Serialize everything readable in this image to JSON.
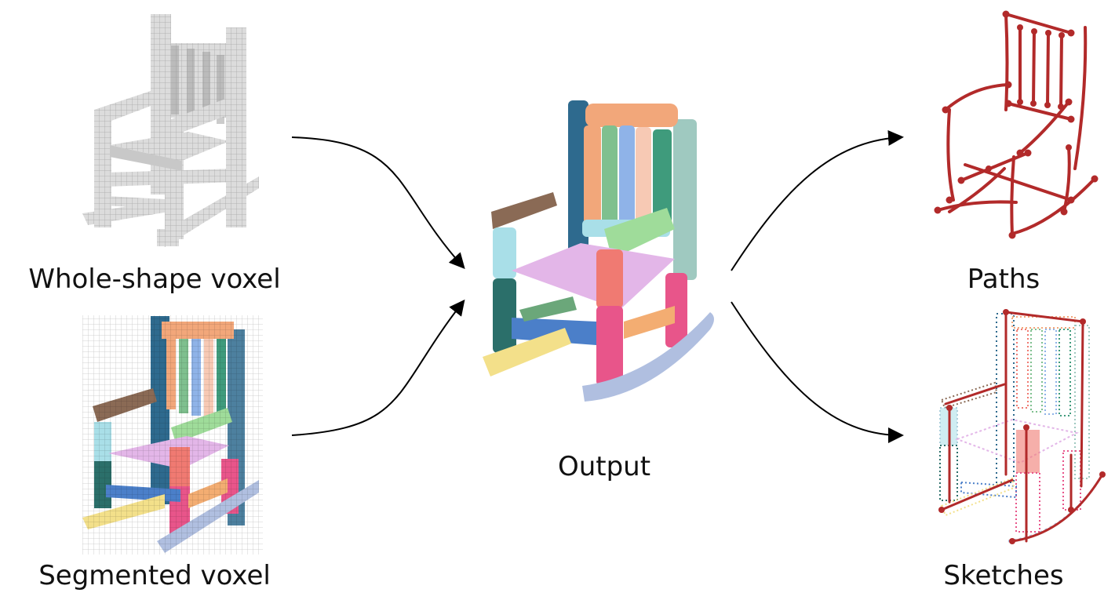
{
  "labels": {
    "whole_shape": "Whole-shape voxel",
    "segmented": "Segmented voxel",
    "output": "Output",
    "paths": "Paths",
    "sketches": "Sketches"
  },
  "colors": {
    "voxel_gray": "#d9d9d9",
    "voxel_grid": "#a9a9a9",
    "path_red": "#b22a2a",
    "arrow": "#000000",
    "parts": [
      "#2e6a8e",
      "#f2a77a",
      "#7fc08f",
      "#8fb3e8",
      "#f7c9b4",
      "#3f9b7c",
      "#9fc9c0",
      "#8a6a55",
      "#a9dfe8",
      "#9fdc9a",
      "#e3b6e8",
      "#f07a72",
      "#2b6f6a",
      "#4b7fc9",
      "#e8558a",
      "#f3ad72",
      "#f3e08a",
      "#b0bfe0"
    ]
  },
  "icons": [
    "whole-voxel-chair-icon",
    "segmented-voxel-chair-icon",
    "output-chair-icon",
    "paths-chair-icon",
    "sketches-chair-icon"
  ]
}
